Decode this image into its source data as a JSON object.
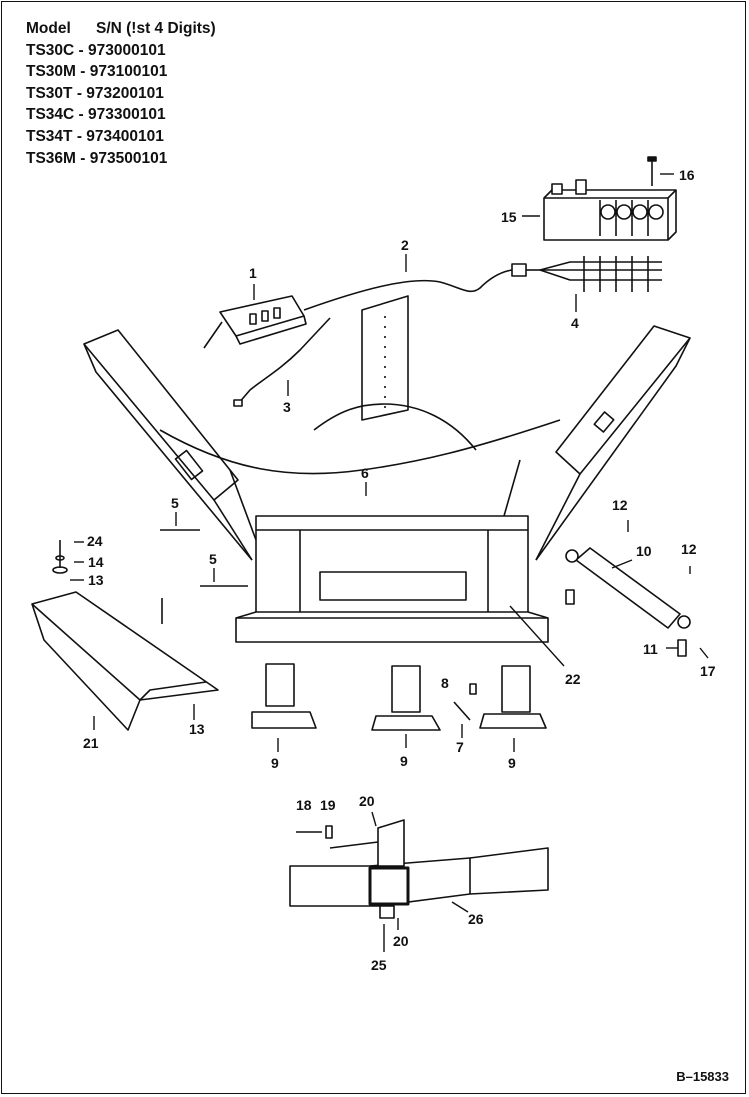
{
  "model_table": {
    "header_model": "Model",
    "header_sn": "S/N (!st 4 Digits)",
    "rows": [
      {
        "model": "TS30C",
        "sn": "973000101"
      },
      {
        "model": "TS30M",
        "sn": "973100101"
      },
      {
        "model": "TS30T",
        "sn": "973200101"
      },
      {
        "model": "TS34C",
        "sn": "973300101"
      },
      {
        "model": "TS34T",
        "sn": "973400101"
      },
      {
        "model": "TS36M",
        "sn": "973500101"
      }
    ]
  },
  "callouts": {
    "c1": "1",
    "c2": "2",
    "c3": "3",
    "c4": "4",
    "c5a": "5",
    "c5b": "5",
    "c6": "6",
    "c7": "7",
    "c8": "8",
    "c9a": "9",
    "c9b": "9",
    "c9c": "9",
    "c10": "10",
    "c11": "11",
    "c12a": "12",
    "c12b": "12",
    "c13a": "13",
    "c13b": "13",
    "c14": "14",
    "c15": "15",
    "c16": "16",
    "c17": "17",
    "c18": "18",
    "c19": "19",
    "c20a": "20",
    "c20b": "20",
    "c21": "21",
    "c22": "22",
    "c24": "24",
    "c25": "25",
    "c26": "26"
  },
  "figure_ref": "B–15833",
  "colors": {
    "ink": "#111111",
    "paper": "#ffffff",
    "fill": "#ececec"
  }
}
